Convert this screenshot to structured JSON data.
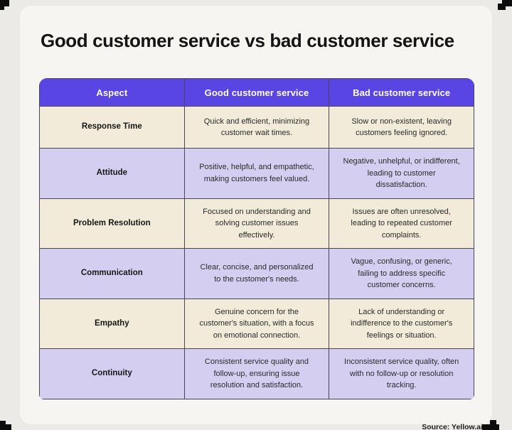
{
  "title": "Good customer service vs bad customer service",
  "source": "Source: Yellow.ai",
  "table": {
    "headers": [
      "Aspect",
      "Good customer service",
      "Bad customer service"
    ],
    "rows": [
      {
        "aspect": "Response Time",
        "good": "Quick and efficient, minimizing customer wait times.",
        "bad": "Slow or non-existent, leaving customers feeling ignored."
      },
      {
        "aspect": "Attitude",
        "good": "Positive, helpful, and empathetic, making customers feel valued.",
        "bad": "Negative, unhelpful, or indifferent, leading to customer dissatisfaction."
      },
      {
        "aspect": "Problem Resolution",
        "good": "Focused on understanding and solving customer issues effectively.",
        "bad": "Issues are often unresolved, leading to repeated customer complaints."
      },
      {
        "aspect": "Communication",
        "good": "Clear, concise, and personalized to the customer's needs.",
        "bad": "Vague, confusing, or generic, failing to address specific customer concerns."
      },
      {
        "aspect": "Empathy",
        "good": "Genuine concern for the customer's situation, with a focus on emotional connection.",
        "bad": "Lack of understanding or indifference to the customer's feelings or situation."
      },
      {
        "aspect": "Continuity",
        "good": "Consistent service quality and follow-up, ensuring issue resolution and satisfaction.",
        "bad": "Inconsistent service quality, often with no follow-up or resolution tracking."
      }
    ]
  },
  "colors": {
    "header_bg": "#5945e4",
    "header_text": "#ffffff",
    "row_cream": "#f2ebd9",
    "row_lavender": "#d4cef0",
    "border": "#4b4553",
    "card_bg": "#f6f5f2",
    "page_bg": "#eceae7"
  }
}
